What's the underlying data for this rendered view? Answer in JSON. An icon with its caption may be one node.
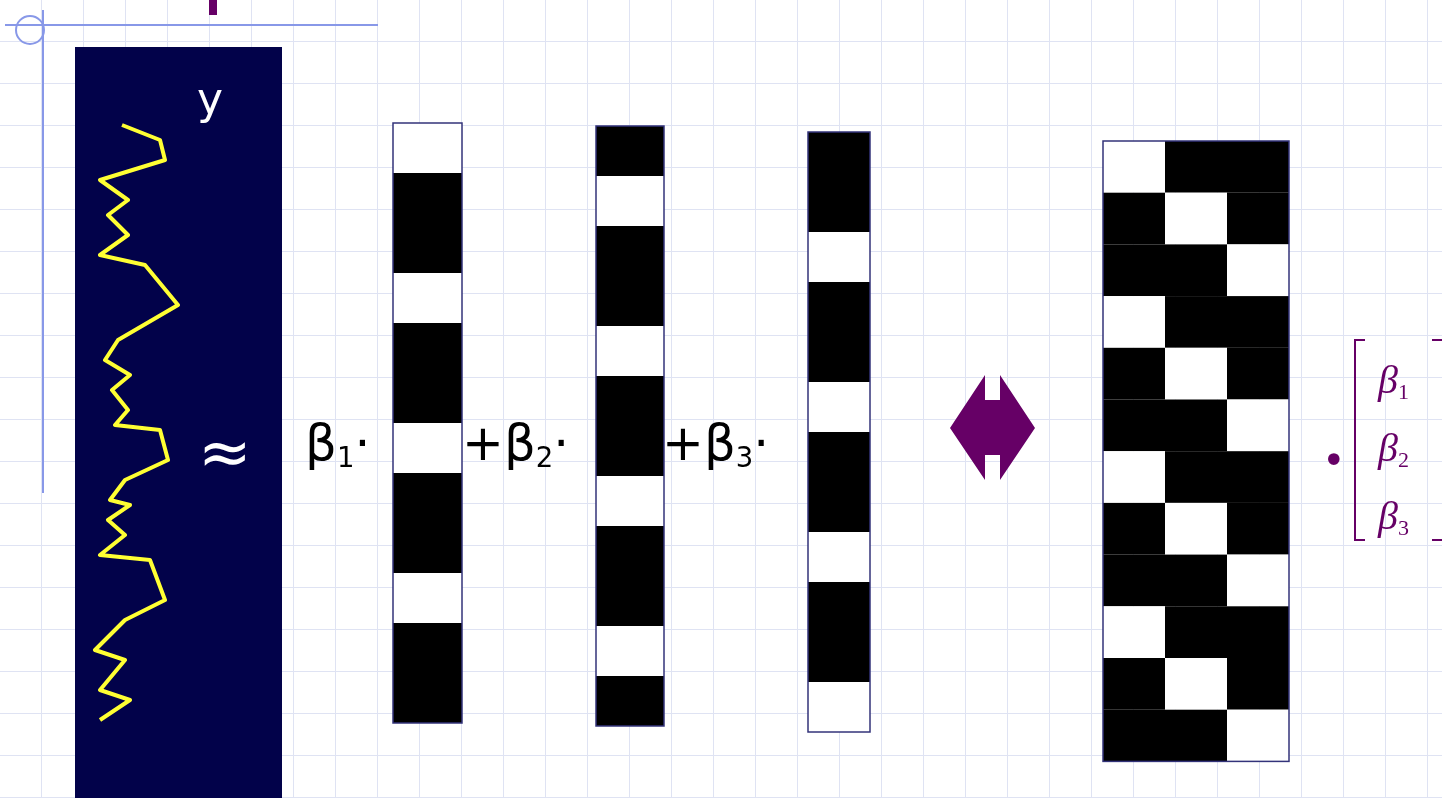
{
  "diagram": {
    "nodes": [
      {
        "text": [
          "y"
        ]
      }
    ],
    "labels": [
      "≈",
      "β$_{1}$·",
      "+β$_{2}$·",
      "+β$_{3}$·",
      "•",
      "β$_{1}$",
      "β$_{2}$",
      "β$_{3}$"
    ]
  }
}
